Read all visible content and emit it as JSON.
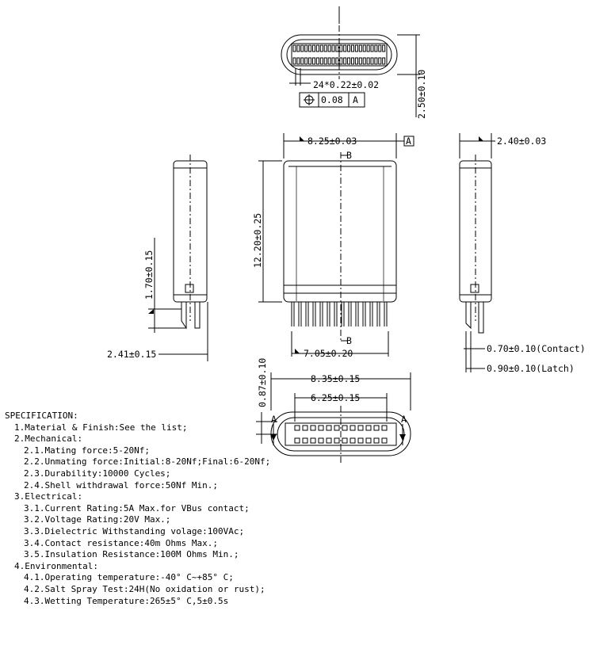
{
  "dims": {
    "pitch": "24*0.22±0.02",
    "tol_frame_value": "0.08",
    "tol_frame_datum": "A",
    "top_height": "2.50±0.10",
    "body_width": "8.25±0.03",
    "datum_a": "A",
    "side_right_thickness": "2.40±0.03",
    "section_b": "B",
    "body_length": "12.20±0.25",
    "side_left_height": "1.70±0.15",
    "side_left_foot": "2.41±0.15",
    "pin_span": "7.05±0.20",
    "contact_tail": "0.70±0.10(Contact)",
    "latch_tail": "0.90±0.10(Latch)",
    "front_height": "0.87±0.10",
    "front_outer_width": "8.35±0.15",
    "front_inner_width": "6.25±0.15",
    "section_a": "A"
  },
  "spec": {
    "title": "SPECIFICATION:",
    "lines": [
      {
        "level": 1,
        "text": "1.Material & Finish:See the list;"
      },
      {
        "level": 1,
        "text": "2.Mechanical:"
      },
      {
        "level": 2,
        "text": "2.1.Mating force:5-20Nf;"
      },
      {
        "level": 2,
        "text": "2.2.Unmating force:Initial:8-20Nf;Final:6-20Nf;"
      },
      {
        "level": 2,
        "text": "2.3.Durability:10000 Cycles;"
      },
      {
        "level": 2,
        "text": "2.4.Shell withdrawal force:50Nf Min.;"
      },
      {
        "level": 1,
        "text": "3.Electrical:"
      },
      {
        "level": 2,
        "text": "3.1.Current Rating:5A Max.for VBus contact;"
      },
      {
        "level": 2,
        "text": "3.2.Voltage Rating:20V Max.;"
      },
      {
        "level": 2,
        "text": "3.3.Dielectric Withstanding volage:100VAc;"
      },
      {
        "level": 2,
        "text": "3.4.Contact resistance:40m Ohms Max.;"
      },
      {
        "level": 2,
        "text": "3.5.Insulation Resistance:100M Ohms Min.;"
      },
      {
        "level": 1,
        "text": "4.Environmental:"
      },
      {
        "level": 2,
        "text": "4.1.Operating temperature:-40° C~+85° C;"
      },
      {
        "level": 2,
        "text": "4.2.Salt Spray Test:24H(No oxidation or rust);"
      },
      {
        "level": 2,
        "text": "4.3.Wetting Temperature:265±5° C,5±0.5s"
      }
    ]
  }
}
